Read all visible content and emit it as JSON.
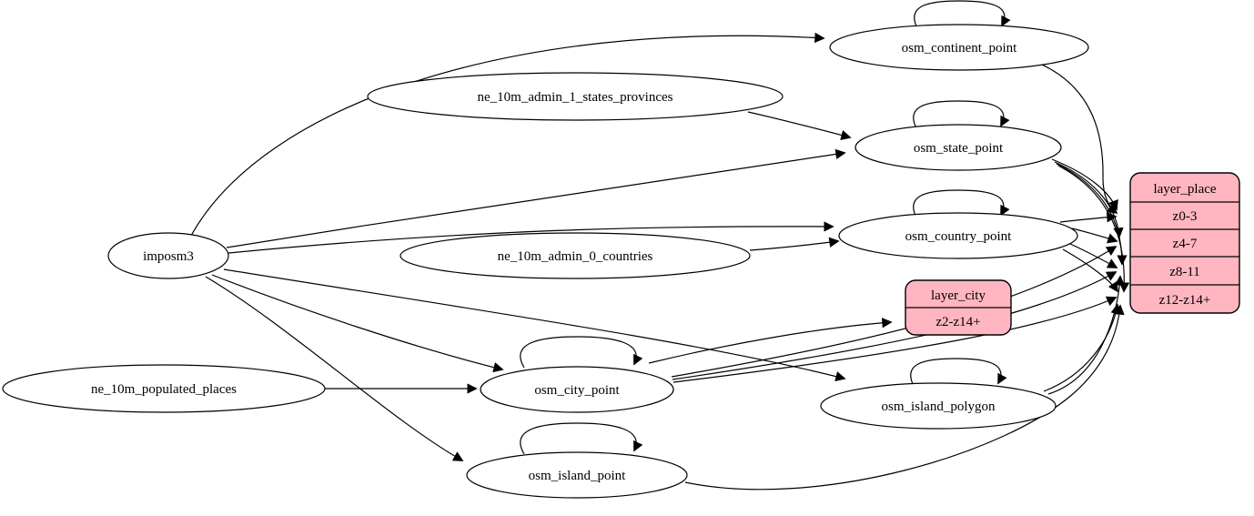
{
  "diagram": {
    "kind": "etl-dependency-graph",
    "background": "#ffffff",
    "colors": {
      "node_fill": "#ffffff",
      "layer_fill": "#ffb6c1",
      "stroke": "#000000",
      "text": "#000000"
    },
    "nodes": {
      "imposm3": {
        "label": "imposm3",
        "shape": "ellipse"
      },
      "ne_10m_admin_1_states_provinces": {
        "label": "ne_10m_admin_1_states_provinces",
        "shape": "ellipse"
      },
      "ne_10m_admin_0_countries": {
        "label": "ne_10m_admin_0_countries",
        "shape": "ellipse"
      },
      "ne_10m_populated_places": {
        "label": "ne_10m_populated_places",
        "shape": "ellipse"
      },
      "osm_continent_point": {
        "label": "osm_continent_point",
        "shape": "ellipse",
        "self_loop": true
      },
      "osm_state_point": {
        "label": "osm_state_point",
        "shape": "ellipse",
        "self_loop": true
      },
      "osm_country_point": {
        "label": "osm_country_point",
        "shape": "ellipse",
        "self_loop": true
      },
      "osm_city_point": {
        "label": "osm_city_point",
        "shape": "ellipse",
        "self_loop": true
      },
      "osm_island_polygon": {
        "label": "osm_island_polygon",
        "shape": "ellipse",
        "self_loop": true
      },
      "osm_island_point": {
        "label": "osm_island_point",
        "shape": "ellipse",
        "self_loop": true
      },
      "layer_city": {
        "label": "layer_city",
        "shape": "record",
        "rows": [
          "z2-z14+"
        ]
      },
      "layer_place": {
        "label": "layer_place",
        "shape": "record",
        "rows": [
          "z0-3",
          "z4-7",
          "z8-11",
          "z12-z14+"
        ]
      }
    },
    "edges": [
      {
        "from": "imposm3",
        "to": "osm_continent_point"
      },
      {
        "from": "imposm3",
        "to": "osm_state_point"
      },
      {
        "from": "imposm3",
        "to": "osm_country_point"
      },
      {
        "from": "imposm3",
        "to": "osm_city_point"
      },
      {
        "from": "imposm3",
        "to": "osm_island_polygon"
      },
      {
        "from": "imposm3",
        "to": "osm_island_point"
      },
      {
        "from": "ne_10m_admin_1_states_provinces",
        "to": "osm_state_point"
      },
      {
        "from": "ne_10m_admin_0_countries",
        "to": "osm_country_point"
      },
      {
        "from": "ne_10m_populated_places",
        "to": "osm_city_point"
      },
      {
        "from": "osm_continent_point",
        "to": "osm_continent_point"
      },
      {
        "from": "osm_state_point",
        "to": "osm_state_point"
      },
      {
        "from": "osm_country_point",
        "to": "osm_country_point"
      },
      {
        "from": "osm_city_point",
        "to": "osm_city_point"
      },
      {
        "from": "osm_island_polygon",
        "to": "osm_island_polygon"
      },
      {
        "from": "osm_island_point",
        "to": "osm_island_point"
      },
      {
        "from": "osm_continent_point",
        "to": "layer_place",
        "to_port": "z0-3"
      },
      {
        "from": "osm_state_point",
        "to": "layer_place",
        "to_port": "z0-3"
      },
      {
        "from": "osm_state_point",
        "to": "layer_place",
        "to_port": "z4-7"
      },
      {
        "from": "osm_state_point",
        "to": "layer_place",
        "to_port": "z8-11"
      },
      {
        "from": "osm_state_point",
        "to": "layer_place",
        "to_port": "z12-z14+"
      },
      {
        "from": "osm_country_point",
        "to": "layer_place",
        "to_port": "z0-3"
      },
      {
        "from": "osm_country_point",
        "to": "layer_place",
        "to_port": "z4-7"
      },
      {
        "from": "osm_country_point",
        "to": "layer_place",
        "to_port": "z8-11"
      },
      {
        "from": "osm_country_point",
        "to": "layer_place",
        "to_port": "z12-z14+"
      },
      {
        "from": "osm_city_point",
        "to": "layer_city",
        "to_port": "z2-z14+"
      },
      {
        "from": "osm_city_point",
        "to": "layer_place",
        "to_port": "z4-7"
      },
      {
        "from": "osm_city_point",
        "to": "layer_place",
        "to_port": "z8-11"
      },
      {
        "from": "osm_city_point",
        "to": "layer_place",
        "to_port": "z12-z14+"
      },
      {
        "from": "osm_island_polygon",
        "to": "layer_place",
        "to_port": "z8-11"
      },
      {
        "from": "osm_island_polygon",
        "to": "layer_place",
        "to_port": "z12-z14+"
      },
      {
        "from": "osm_island_point",
        "to": "layer_place",
        "to_port": "z12-z14+"
      }
    ]
  }
}
